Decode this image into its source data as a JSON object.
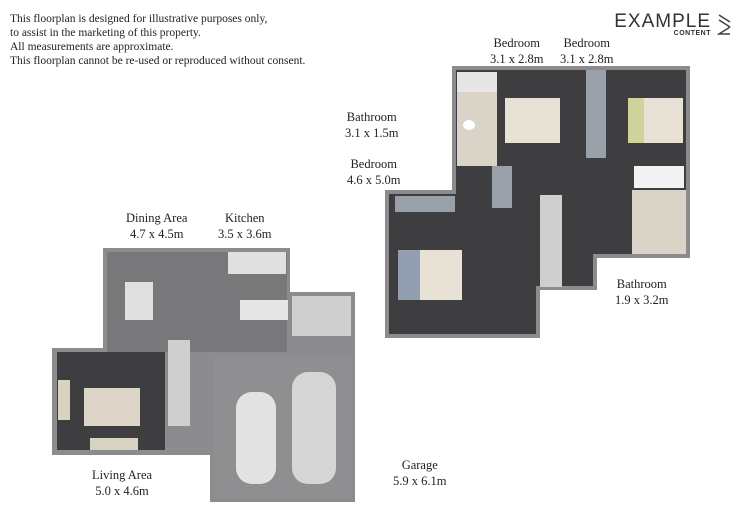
{
  "disclaimer": [
    "This floorplan is designed for illustrative purposes only,",
    "to assist in the marketing of this property.",
    "All measurements are approximate.",
    "This floorplan cannot be re-used or reproduced without consent."
  ],
  "logo": {
    "main": "EXAMPLE",
    "sub": "CONTENT"
  },
  "rooms": [
    {
      "name": "Bedroom",
      "size": "3.1 x 2.8m"
    },
    {
      "name": "Bedroom",
      "size": "3.1 x 2.8m"
    },
    {
      "name": "Bathroom",
      "size": "3.1 x 1.5m"
    },
    {
      "name": "Bedroom",
      "size": "4.6 x 5.0m"
    },
    {
      "name": "Bathroom",
      "size": "1.9 x 3.2m"
    },
    {
      "name": "Dining Area",
      "size": "4.7 x 4.5m"
    },
    {
      "name": "Kitchen",
      "size": "3.5 x 3.6m"
    },
    {
      "name": "Living Area",
      "size": "5.0 x 4.6m"
    },
    {
      "name": "Garage",
      "size": "5.9 x 6.1m"
    }
  ],
  "colors": {
    "floor": "#3e3e40",
    "wall": "#8c8c8e",
    "garage_floor": "#8f8f91",
    "tile": "#d9d3c8"
  }
}
